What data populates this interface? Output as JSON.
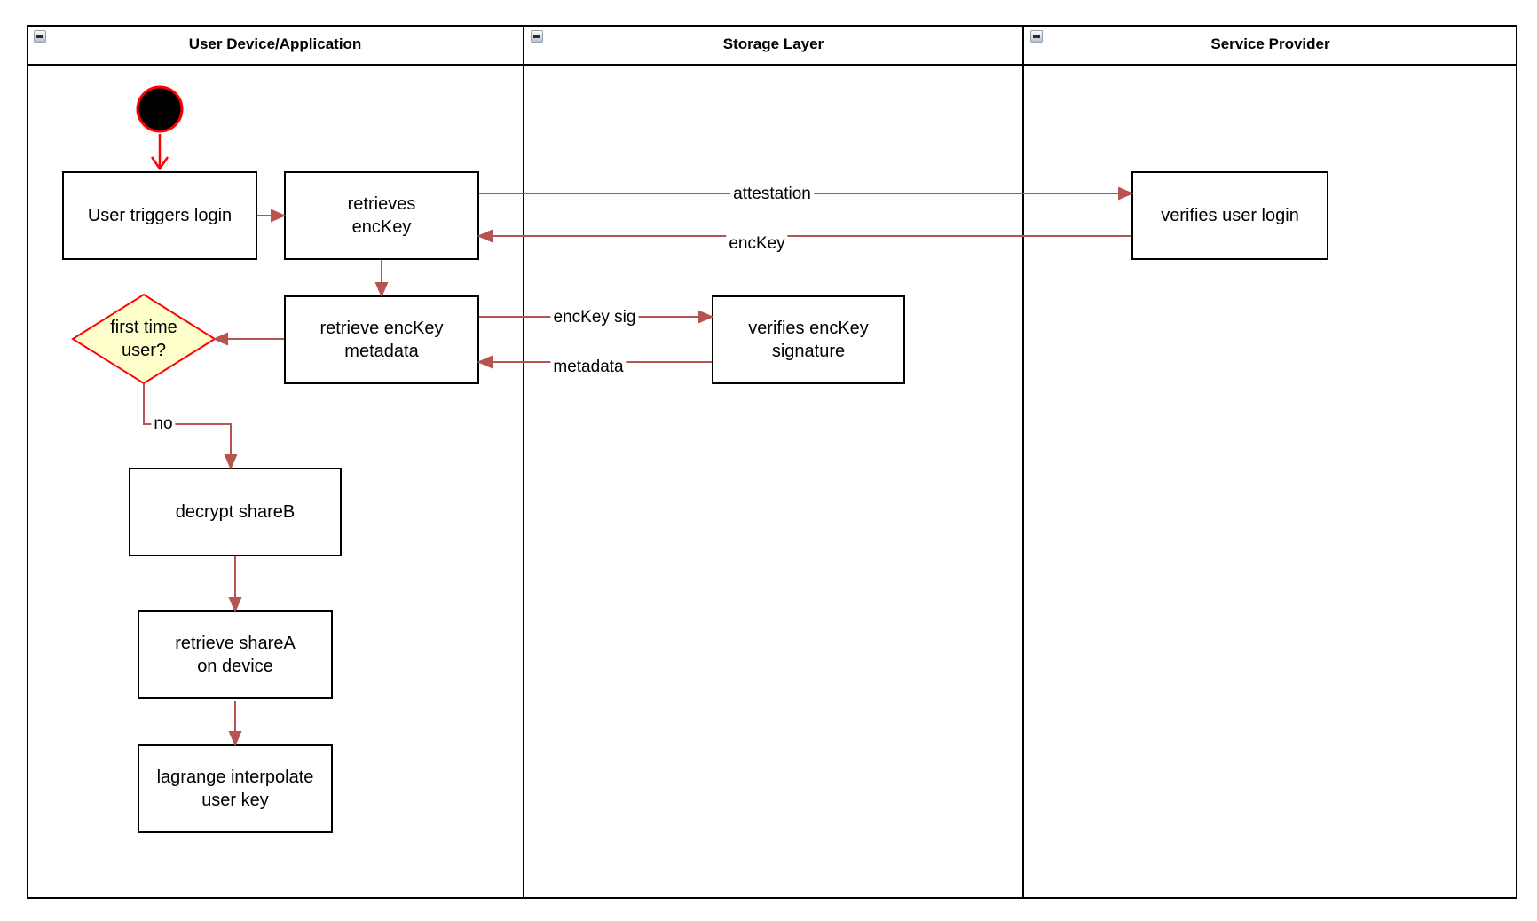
{
  "lanes": [
    {
      "title": "User Device/Application"
    },
    {
      "title": "Storage Layer"
    },
    {
      "title": "Service Provider"
    }
  ],
  "nodes": {
    "userTriggersLogin": {
      "label": "User triggers login"
    },
    "retrievesEncKey": {
      "label": "retrieves\nencKey"
    },
    "retrieveEncKeyMetadata": {
      "label": "retrieve encKey\nmetadata"
    },
    "firstTimeUser": {
      "label": "first time\nuser?"
    },
    "decryptShareB": {
      "label": "decrypt shareB"
    },
    "retrieveShareA": {
      "label": "retrieve shareA\non device"
    },
    "lagrangeInterpolate": {
      "label": "lagrange interpolate\nuser key"
    },
    "verifiesEncKeySignature": {
      "label": "verifies encKey\nsignature"
    },
    "verifiesUserLogin": {
      "label": "verifies user login"
    }
  },
  "edges": {
    "attestation": {
      "label": "attestation"
    },
    "encKeyReturn": {
      "label": "encKey"
    },
    "encKeySig": {
      "label": "encKey sig"
    },
    "metadataReturn": {
      "label": "metadata"
    },
    "noBranch": {
      "label": "no"
    }
  },
  "colors": {
    "connector": "#b85450",
    "startAccent": "#ff0000",
    "decisionFill": "#ffffcc",
    "decisionBorder": "#ff0000",
    "nodeBorder": "#000000",
    "nodeFill": "#ffffff"
  }
}
